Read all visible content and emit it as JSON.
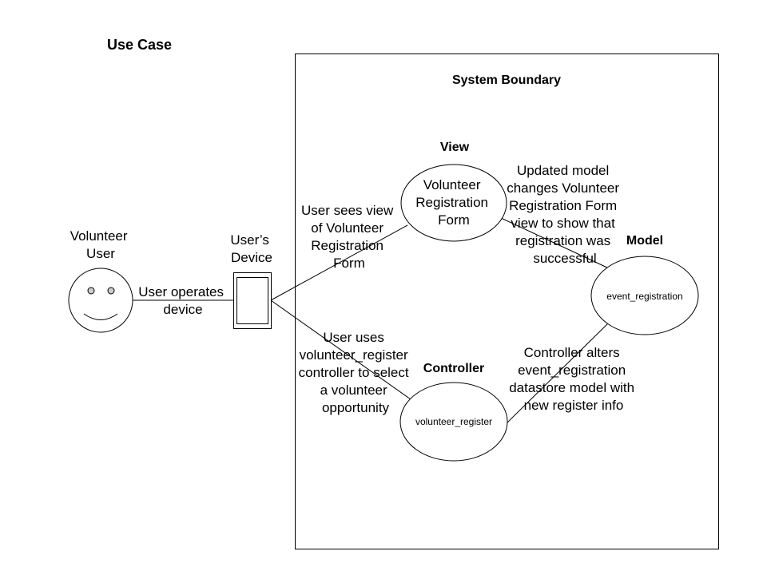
{
  "title": "Use Case",
  "system_boundary": "System Boundary",
  "actor": {
    "label_lines": [
      "Volunteer",
      "User"
    ]
  },
  "device": {
    "label_lines": [
      "User’s",
      "Device"
    ]
  },
  "components": {
    "view": {
      "heading": "View",
      "label_lines": [
        "Volunteer",
        "Registration",
        "Form"
      ]
    },
    "model": {
      "heading": "Model",
      "label_lines": [
        "event_registration"
      ]
    },
    "controller": {
      "heading": "Controller",
      "label_lines": [
        "volunteer_register"
      ]
    }
  },
  "connections": {
    "user_device": [
      "User operates",
      "device"
    ],
    "device_view": [
      "User sees view",
      "of Volunteer",
      "Registration",
      "Form"
    ],
    "device_controller": [
      "User uses",
      "volunteer_register",
      "controller to select",
      "a volunteer",
      "opportunity"
    ],
    "view_model": [
      "Updated model",
      "changes Volunteer",
      "Registration Form",
      "view to show that",
      "registration was",
      "successful"
    ],
    "controller_model": [
      "Controller alters",
      "event_registration",
      "datastore model with",
      "new register info"
    ]
  },
  "colors": {
    "stroke": "#000000",
    "background": "#ffffff"
  }
}
